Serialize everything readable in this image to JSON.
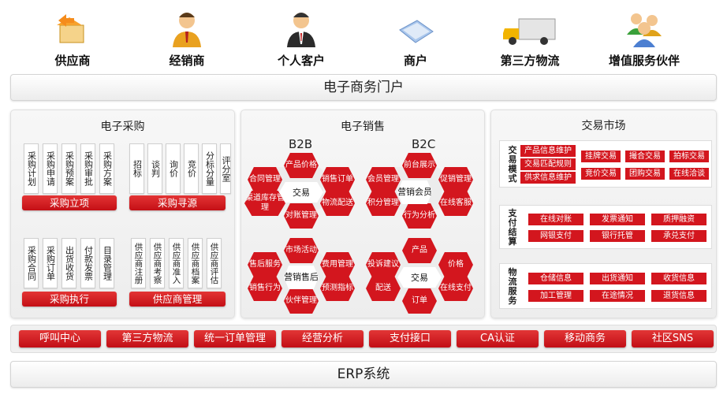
{
  "stakeholders": [
    {
      "label": "供应商",
      "icon": "supplier-icon"
    },
    {
      "label": "经销商",
      "icon": "distributor-person-icon"
    },
    {
      "label": "个人客户",
      "icon": "customer-person-icon"
    },
    {
      "label": "商户",
      "icon": "merchant-card-icon"
    },
    {
      "label": "第三方物流",
      "icon": "truck-icon"
    },
    {
      "label": "增值服务伙伴",
      "icon": "partners-group-icon"
    }
  ],
  "portal": "电子商务门户",
  "erp": "ERP系统",
  "procurement": {
    "title": "电子采购",
    "groups": [
      {
        "label": "采购立项",
        "items": [
          "采购计划",
          "采购申请",
          "采购预案",
          "采购审批",
          "采购方案"
        ]
      },
      {
        "label": "采购寻源",
        "items": [
          "招标",
          "谈判",
          "询价",
          "竞价",
          "分标分量",
          "评分室"
        ]
      },
      {
        "label": "采购执行",
        "items": [
          "采购合同",
          "采购订单",
          "出货收货",
          "付款发票",
          "目录管理"
        ]
      },
      {
        "label": "供应商管理",
        "items": [
          "供应商注册",
          "供应商考察",
          "供应商准入",
          "供应商档案",
          "供应商评估"
        ]
      }
    ]
  },
  "sales": {
    "title": "电子销售",
    "b2b_label": "B2B",
    "b2c_label": "B2C",
    "b2b": {
      "center": "交易",
      "hexes": [
        "产品价格",
        "合同管理",
        "销售订单",
        "渠道库存管理",
        "物流配送",
        "对账管理"
      ]
    },
    "b2c": {
      "center": "营销会员",
      "hexes": [
        "前台展示",
        "会员管理",
        "促销管理",
        "积分管理",
        "在线客服",
        "行为分析"
      ]
    },
    "service": {
      "center": "营销售后",
      "hexes": [
        "市场活动",
        "售后服务",
        "费用管理",
        "销售行为",
        "预测指标",
        "伙伴管理"
      ]
    },
    "trade": {
      "center": "交易",
      "hexes": [
        "产品",
        "投诉建议",
        "价格",
        "配送",
        "在线支付",
        "订单"
      ]
    }
  },
  "market": {
    "title": "交易市场",
    "blocks": [
      {
        "label": "交易模式",
        "left_tags": [
          "产品信息维护",
          "交易匹配规则",
          "供求信息维护"
        ],
        "right_tags": [
          "挂牌交易",
          "撮合交易",
          "拍标交易",
          "竞价交易",
          "团购交易",
          "在线洽谈"
        ]
      },
      {
        "label": "支付结算",
        "left_tags": [],
        "right_tags": [
          "在线对账",
          "发票通知",
          "质押融资",
          "网银支付",
          "银行托管",
          "承兑支付"
        ]
      },
      {
        "label": "物流服务",
        "left_tags": [],
        "right_tags": [
          "仓储信息",
          "出货通知",
          "收货信息",
          "加工管理",
          "在途情况",
          "退货信息"
        ]
      }
    ]
  },
  "services": [
    "呼叫中心",
    "第三方物流",
    "统一订单管理",
    "经营分析",
    "支付接口",
    "CA认证",
    "移动商务",
    "社区SNS"
  ],
  "colors": {
    "accent_red": "#d3161e",
    "bar_bg": "#f2f2f2"
  }
}
